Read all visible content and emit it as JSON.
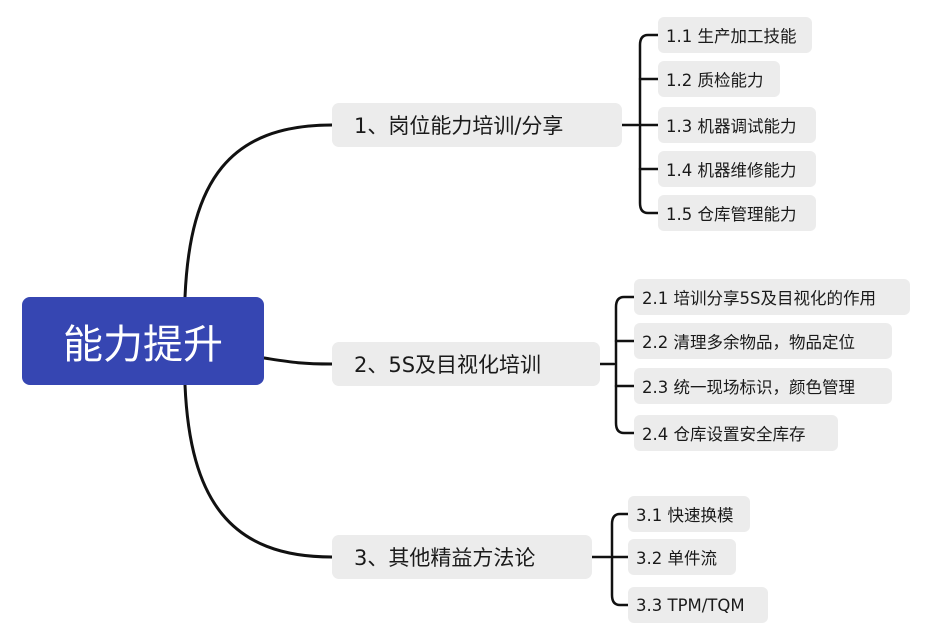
{
  "root": {
    "label": "能力提升"
  },
  "branches": [
    {
      "label": "1、岗位能力培训/分享",
      "children": [
        "1.1 生产加工技能",
        "1.2 质检能力",
        "1.3 机器调试能力",
        "1.4 机器维修能力",
        "1.5 仓库管理能力"
      ]
    },
    {
      "label": "2、5S及目视化培训",
      "children": [
        "2.1 培训分享5S及目视化的作用",
        "2.2 清理多余物品，物品定位",
        "2.3 统一现场标识，颜色管理",
        "2.4 仓库设置安全库存"
      ]
    },
    {
      "label": "3、其他精益方法论",
      "children": [
        "3.1  快速换模",
        "3.2 单件流",
        "3.3 TPM/TQM"
      ]
    }
  ],
  "colors": {
    "root_fill": "#3646b2",
    "node_fill": "#ececec",
    "line": "#111111"
  }
}
